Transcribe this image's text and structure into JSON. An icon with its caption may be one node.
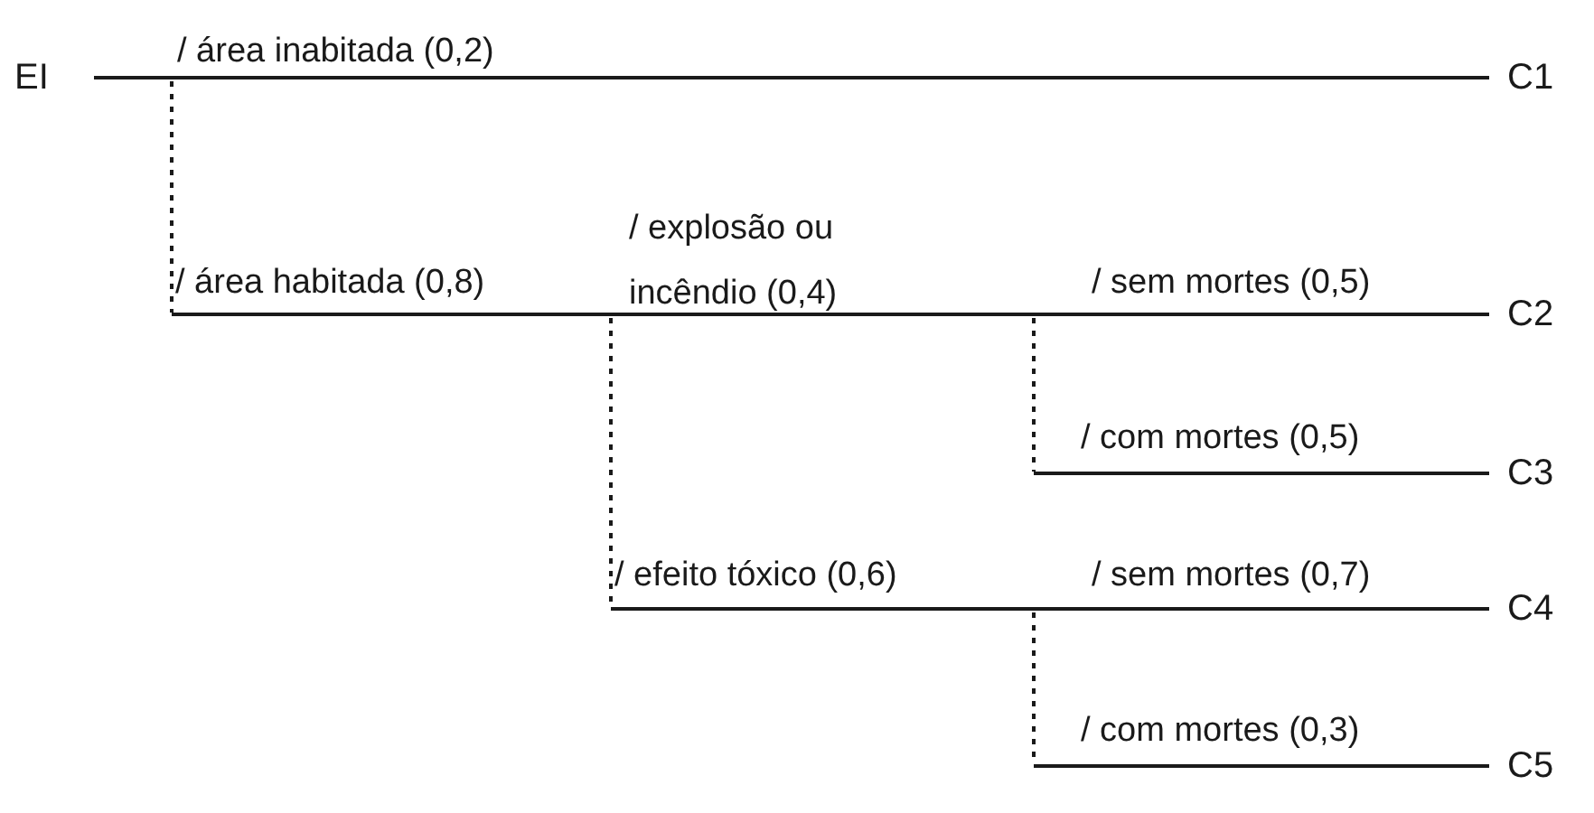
{
  "diagram": {
    "nodes": [
      {
        "text": [
          "EI"
        ]
      },
      {
        "text": [
          "C1"
        ]
      },
      {
        "text": [
          "C2"
        ]
      },
      {
        "text": [
          "C3"
        ]
      },
      {
        "text": [
          "C4"
        ]
      },
      {
        "text": [
          "C5"
        ]
      }
    ],
    "edges": [
      {
        "from": 0,
        "to": 1,
        "arrow": "none"
      },
      {
        "from": null,
        "to": 2,
        "arrow": "none"
      },
      {
        "from": null,
        "to": 3,
        "arrow": "none"
      },
      {
        "from": null,
        "to": 4,
        "arrow": "none"
      },
      {
        "from": null,
        "to": 5,
        "arrow": "none"
      }
    ],
    "labels": [
      "/ área inabitada (0,2)",
      "/ área habitada (0,8)",
      "/ explosão ou incêndio (0,4)",
      "/ sem mortes (0,5)",
      "/ com mortes (0,5)",
      "/ efeito tóxico (0,6)",
      "/ sem mortes (0,7)",
      "/ com mortes (0,3)"
    ]
  }
}
